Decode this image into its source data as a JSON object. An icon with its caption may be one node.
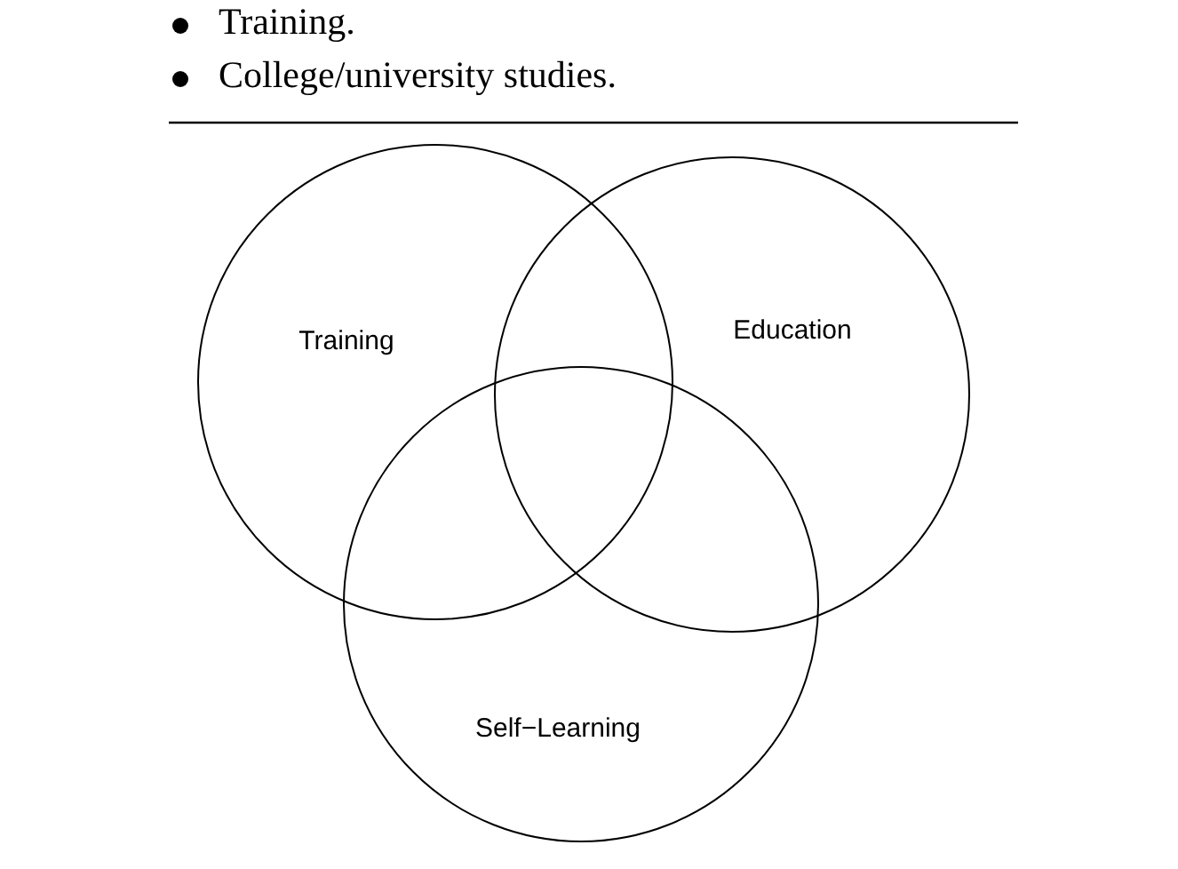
{
  "diagram": {
    "nodes": [
      {
        "text": [
          "Training"
        ]
      },
      {
        "text": [
          "Education"
        ]
      },
      {
        "text": [
          "Self−Learning"
        ]
      }
    ],
    "edges": [],
    "labels": [
      "Training.",
      "College/university studies."
    ]
  }
}
